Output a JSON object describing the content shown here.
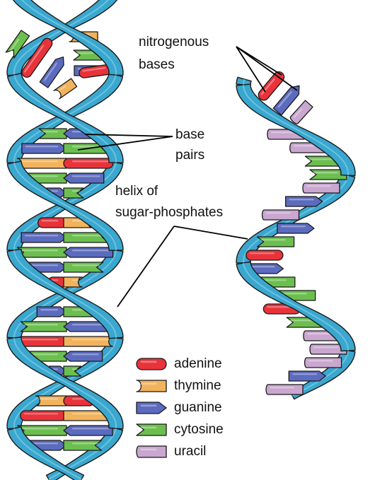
{
  "labels": {
    "nitrogenous_line1": "nitrogenous",
    "nitrogenous_line2": "bases",
    "base_pairs_line1": "base",
    "base_pairs_line2": "pairs",
    "helix_line1": "helix of",
    "helix_line2": "sugar-phosphates"
  },
  "legend": [
    {
      "name": "adenine",
      "shape": "adenine-rod-icon",
      "color": "#E8333A"
    },
    {
      "name": "thymine",
      "shape": "thymine-rod-icon",
      "color": "#F2B35C"
    },
    {
      "name": "guanine",
      "shape": "guanine-rod-icon",
      "color": "#5B6BBE"
    },
    {
      "name": "cytosine",
      "shape": "cytosine-rod-icon",
      "color": "#6CBF4F"
    },
    {
      "name": "uracil",
      "shape": "uracil-rod-icon",
      "color": "#C9A7CF"
    }
  ],
  "colors": {
    "backbone": "#3AA7CF",
    "backbone_dark": "#2B86AE",
    "backbone_light": "#8BD3EA",
    "outline": "#1a1a1a"
  }
}
